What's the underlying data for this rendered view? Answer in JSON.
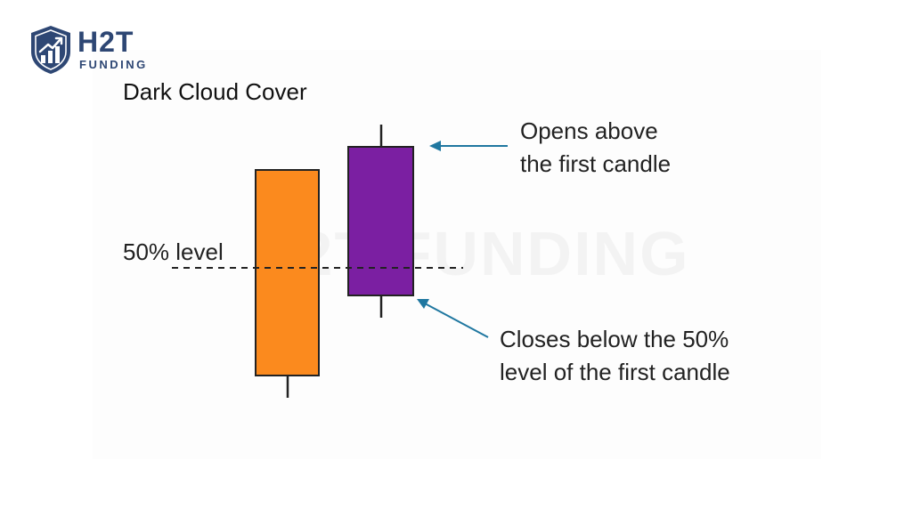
{
  "brand": {
    "name": "H2T",
    "subtitle": "FUNDING",
    "color": "#2e4774"
  },
  "watermark": "H2T FUNDING",
  "diagram": {
    "title": "Dark Cloud Cover",
    "level_label": "50% level",
    "annotation_opens": {
      "line1": "Opens above",
      "line2": "the first candle"
    },
    "annotation_closes": {
      "line1": "Closes below the 50%",
      "line2": "level of the first candle"
    },
    "colors": {
      "first_candle": "#fb8a1e",
      "second_candle": "#7b1fa2",
      "arrow": "#1f77a0",
      "outline": "#222222"
    },
    "icons": [
      "shield-chart-icon",
      "arrow-left-icon"
    ]
  }
}
